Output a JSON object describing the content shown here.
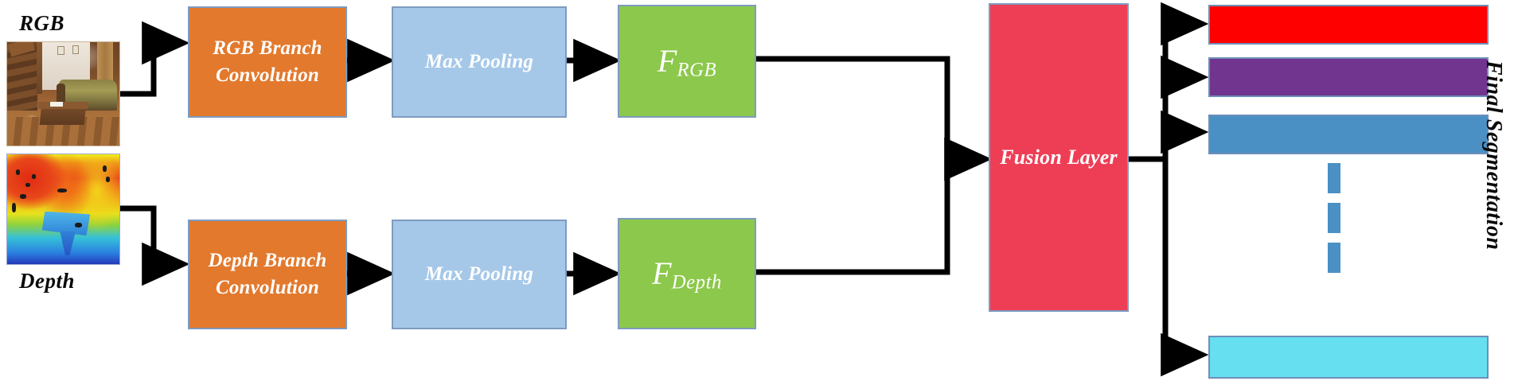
{
  "diagram": {
    "title": "RGB-D two-branch fusion segmentation network",
    "colors": {
      "orange": "#E2792D",
      "light_blue": "#A6C8E8",
      "green": "#8CC84B",
      "red": "#EE3E56",
      "bar_red": "#FF0000",
      "bar_purple": "#71348F",
      "bar_steel_blue": "#4A90C4",
      "bar_cyan": "#66E0F0",
      "border_blue": "#7E9BBF",
      "arrow_black": "#000000"
    }
  },
  "inputs": {
    "rgb_label": "RGB",
    "depth_label": "Depth",
    "rgb_image_alt": "indoor living room photo",
    "depth_image_alt": "jet colormap depth map of living room"
  },
  "branches": [
    {
      "id": "rgb-branch",
      "conv_line1": "RGB Branch",
      "conv_line2": "Convolution",
      "pool_label": "Max Pooling",
      "feature_symbol": "F",
      "feature_subscript": "RGB"
    },
    {
      "id": "depth-branch",
      "conv_line1": "Depth Branch",
      "conv_line2": "Convolution",
      "pool_label": "Max Pooling",
      "feature_symbol": "F",
      "feature_subscript": "Depth"
    }
  ],
  "fusion": {
    "label": "Fusion Layer"
  },
  "output": {
    "title": "Final Segmentation",
    "bars": [
      {
        "name": "class-bar-red",
        "color": "#FF0000"
      },
      {
        "name": "class-bar-purple",
        "color": "#71348F"
      },
      {
        "name": "class-bar-blue",
        "color": "#4A90C4"
      },
      {
        "name": "class-bar-cyan",
        "color": "#66E0F0"
      }
    ],
    "ellipsis_dashes": 3
  }
}
